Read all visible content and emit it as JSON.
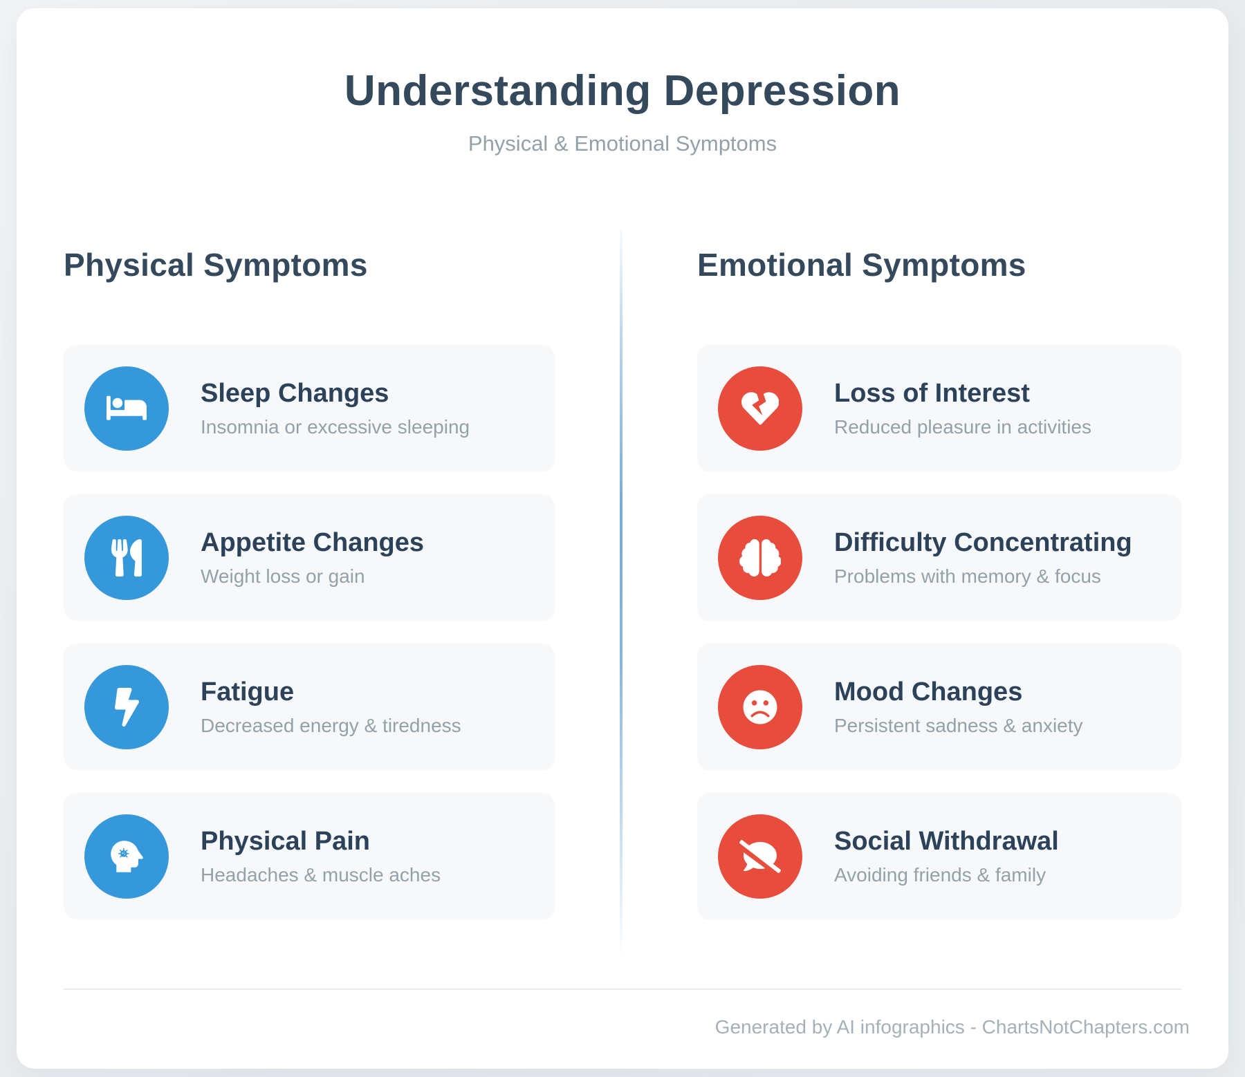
{
  "page": {
    "title": "Understanding Depression",
    "subtitle": "Physical & Emotional Symptoms",
    "footer": "Generated by AI infographics - ChartsNotChapters.com"
  },
  "colors": {
    "physical_accent": "#3498db",
    "emotional_accent": "#e74c3c",
    "heading": "#35495c",
    "heading_strong": "#2c415a",
    "muted": "#93a1a9",
    "footer": "#a4b1b8",
    "card_bg": "#f7f8fa",
    "page_bg": "#eaedf0",
    "divider_blue": "#6fa8d6"
  },
  "sections": [
    {
      "id": "physical",
      "heading": "Physical Symptoms",
      "items": [
        {
          "icon": "bed-icon",
          "title": "Sleep Changes",
          "description": "Insomnia or excessive sleeping"
        },
        {
          "icon": "utensils-icon",
          "title": "Appetite Changes",
          "description": "Weight loss or gain"
        },
        {
          "icon": "bolt-icon",
          "title": "Fatigue",
          "description": "Decreased energy & tiredness"
        },
        {
          "icon": "head-pain-icon",
          "title": "Physical Pain",
          "description": "Headaches & muscle aches"
        }
      ]
    },
    {
      "id": "emotional",
      "heading": "Emotional Symptoms",
      "items": [
        {
          "icon": "heart-crack-icon",
          "title": "Loss of Interest",
          "description": "Reduced pleasure in activities"
        },
        {
          "icon": "brain-icon",
          "title": "Difficulty Concentrating",
          "description": "Problems with memory & focus"
        },
        {
          "icon": "face-frown-icon",
          "title": "Mood Changes",
          "description": "Persistent sadness & anxiety"
        },
        {
          "icon": "comment-slash-icon",
          "title": "Social Withdrawal",
          "description": "Avoiding friends & family"
        }
      ]
    }
  ]
}
